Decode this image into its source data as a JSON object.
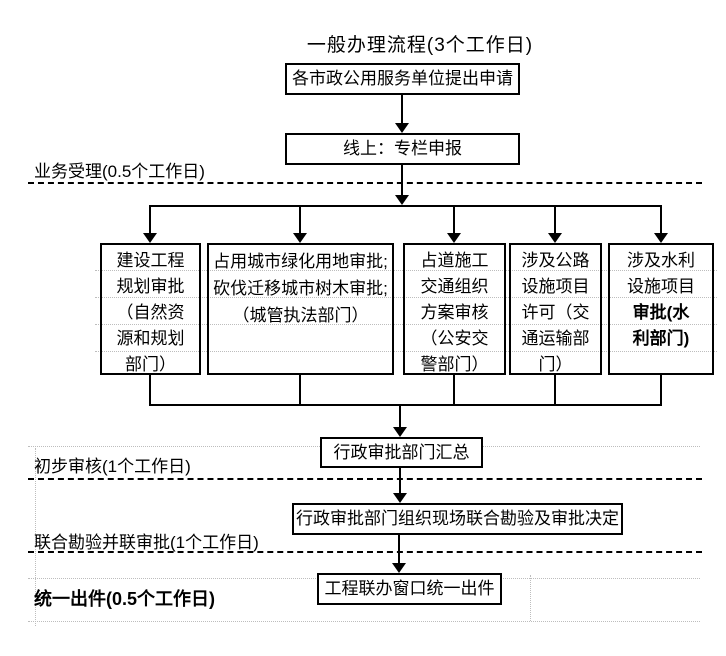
{
  "title": "一般办理流程(3个工作日)",
  "nodes": {
    "apply": "各市政公用服务单位提出申请",
    "online": "线上：专栏申报",
    "summary": "行政审批部门汇总",
    "joint": "行政审批部门组织现场联合勘验及审批决定",
    "output": "工程联办窗口统一出件"
  },
  "parallel": [
    {
      "text": "建设工程\n规划审批\n（自然资\n源和规划\n部门）"
    },
    {
      "text": "占用城市绿化用地审批;\n砍伐迁移城市树木审批;\n（城管执法部门）"
    },
    {
      "text": "占道施工\n交通组织\n方案审核\n（公安交\n警部门）"
    },
    {
      "text": "涉及公路\n设施项目\n许可（交\n通运输部\n门）"
    },
    {
      "normal": "涉及水利\n设施项目\n",
      "bold": "审批(水\n利部门)"
    }
  ],
  "stages": [
    "业务受理(0.5个工作日)",
    "初步审核(1个工作日)",
    "联合勘验并联审批(1个工作日)",
    "统一出件(0.5个工作日)"
  ],
  "colors": {
    "line": "#000000",
    "gridline": "#bdbdbd"
  }
}
